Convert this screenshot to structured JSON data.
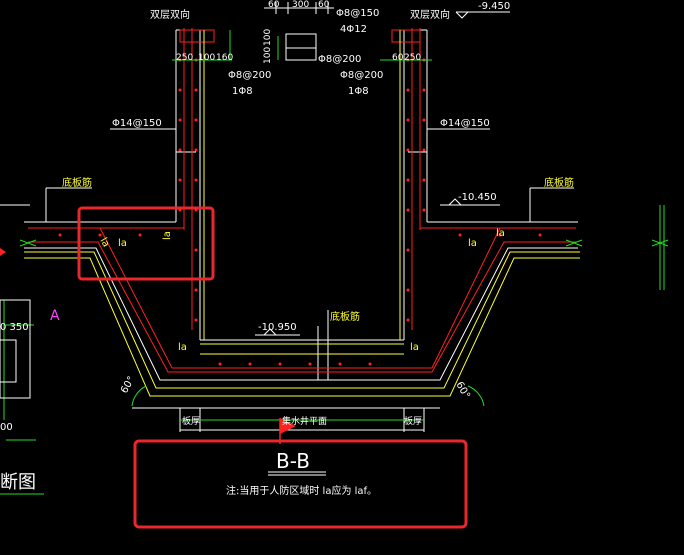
{
  "colors": {
    "background": "#000000",
    "red_line": "#ff2020",
    "yellow_line": "#ffff33",
    "white_line": "#ffffff",
    "green_line": "#22dd22",
    "magenta_text": "#ff44ff",
    "highlight_box": "#e8282c"
  },
  "labels": {
    "top_left_label": "双层双向",
    "top_right_label": "双层双向",
    "top_elev": "-9.450",
    "dim_top_1": "60",
    "dim_top_2": "300",
    "dim_top_3": "60",
    "rebar_top_center": "Φ8@150",
    "rebar_4phi12": "4Φ12",
    "dim_v_100a": "100",
    "dim_v_100b": "100",
    "dim_250_left": "250",
    "dim_100_left": "100",
    "dim_160_left": "160",
    "dim_60_right": "60",
    "dim_250_right": "250",
    "rebar_left_8_200": "Φ8@200",
    "rebar_left_1_8": "1Φ8",
    "rebar_right_8_200a": "Φ8@200",
    "rebar_right_8_200b": "Φ8@200",
    "rebar_right_1_8": "1Φ8",
    "rebar_left_14_150": "Φ14@150",
    "rebar_right_14_150": "Φ14@150",
    "floor_rebar_left": "底板筋",
    "floor_rebar_right": "底板筋",
    "floor_rebar_bottom": "底板筋",
    "elev_right": "-10.450",
    "elev_bottom": "-10.950",
    "la_1": "la",
    "la_2": "la",
    "la_3": "la",
    "la_4": "la",
    "la_5": "la",
    "la_6": "la",
    "la_7": "la",
    "angle_left": "60°",
    "angle_right": "60°",
    "dim_bottom_left": "板厚",
    "dim_bottom_center": "集水井平面",
    "dim_bottom_right": "板厚",
    "section_title": "B-B",
    "note": "注:当用于人防区域时 la应为 laf。",
    "left_marker_a": "A",
    "left_dim_350": "0 350",
    "left_dim_00": "00",
    "left_partial_title": "断图"
  }
}
